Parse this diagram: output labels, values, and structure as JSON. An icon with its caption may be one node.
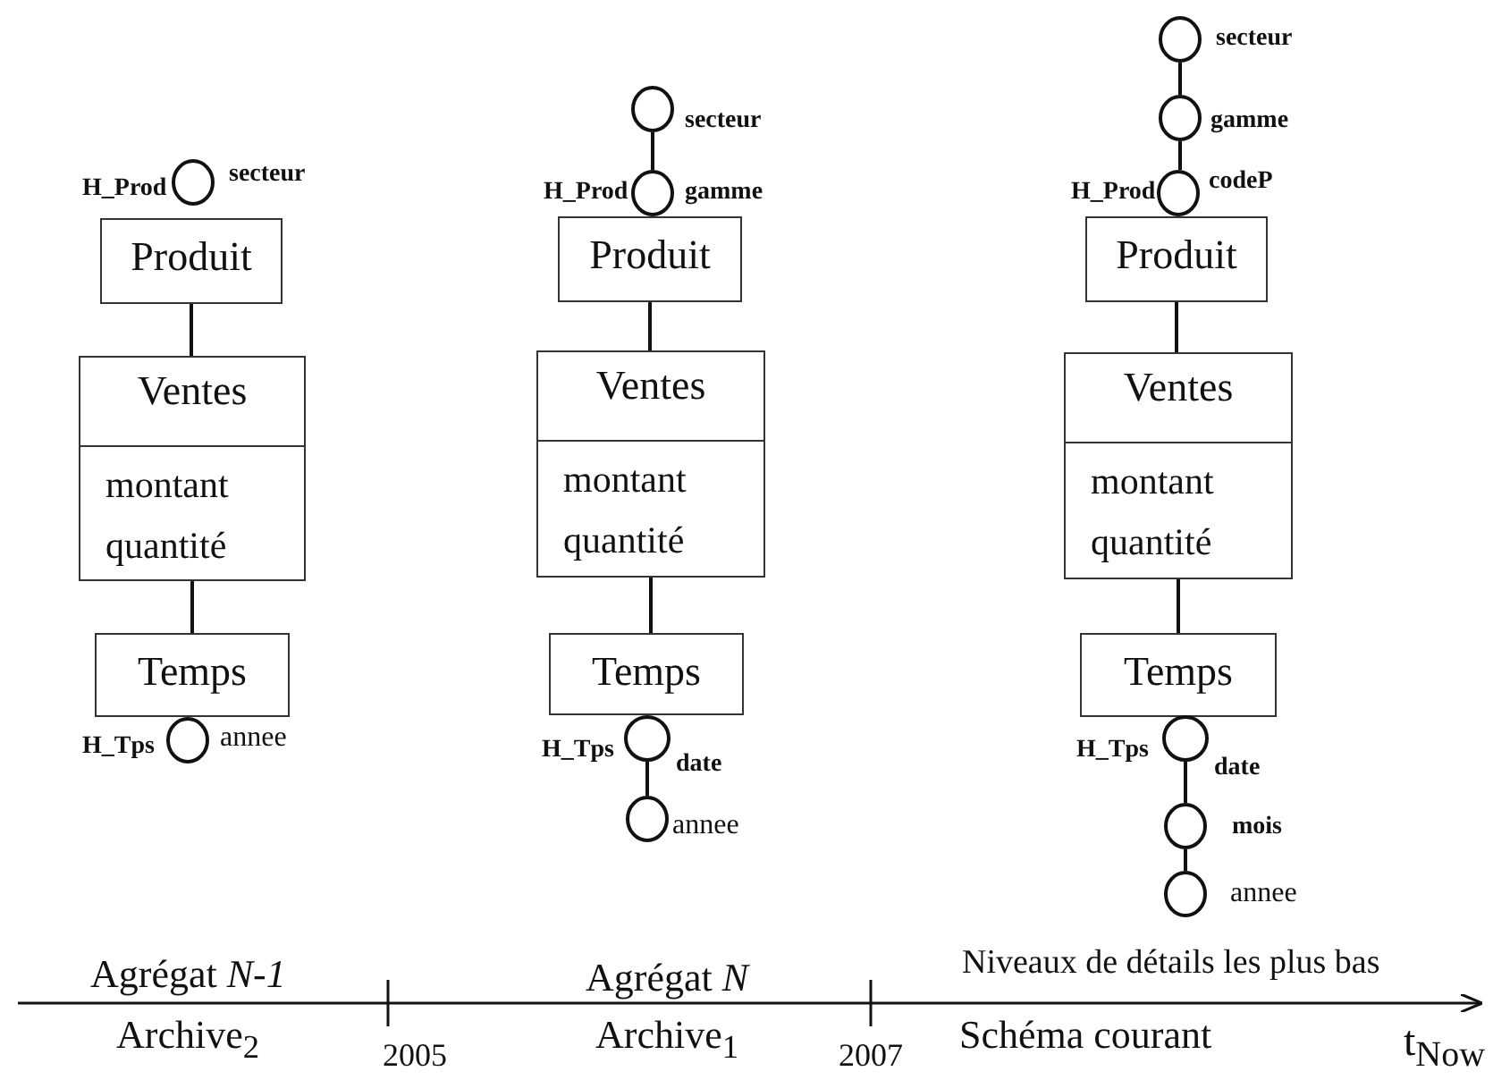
{
  "diagram": {
    "nodes": [
      {
        "text": [],
        "shape": "circle",
        "beside": [
          "H_Prod",
          "secteur"
        ]
      },
      {
        "text": [
          "Produit"
        ]
      },
      {
        "text": [
          "Ventes",
          "montant quantité"
        ]
      },
      {
        "text": [
          "Temps"
        ]
      },
      {
        "text": [],
        "shape": "circle",
        "beside": [
          "H_Tps",
          "annee"
        ]
      },
      {
        "text": [],
        "shape": "circle",
        "beside": [
          "secteur"
        ]
      },
      {
        "text": [],
        "shape": "circle",
        "beside": [
          "H_Prod",
          "gamme"
        ]
      },
      {
        "text": [
          "Produit"
        ]
      },
      {
        "text": [
          "Ventes",
          "montant quantité"
        ]
      },
      {
        "text": [
          "Temps"
        ]
      },
      {
        "text": [],
        "shape": "circle",
        "beside": [
          "H_Tps",
          "date"
        ]
      },
      {
        "text": [],
        "shape": "circle",
        "beside": [
          "annee"
        ]
      },
      {
        "text": [],
        "shape": "circle",
        "beside": [
          "secteur"
        ]
      },
      {
        "text": [],
        "shape": "circle",
        "beside": [
          "gamme"
        ]
      },
      {
        "text": [],
        "shape": "circle",
        "beside": [
          "H_Prod",
          "codeP"
        ]
      },
      {
        "text": [
          "Produit"
        ]
      },
      {
        "text": [
          "Ventes",
          "montant quantité"
        ]
      },
      {
        "text": [
          "Temps"
        ]
      },
      {
        "text": [],
        "shape": "circle",
        "beside": [
          "H_Tps",
          "date"
        ]
      },
      {
        "text": [],
        "shape": "circle",
        "beside": [
          "mois"
        ]
      },
      {
        "text": [],
        "shape": "circle",
        "beside": [
          "annee"
        ]
      }
    ],
    "edges": [
      {
        "from": 1,
        "to": 2,
        "arrow": "none"
      },
      {
        "from": 2,
        "to": 3,
        "arrow": "none"
      },
      {
        "from": 5,
        "to": 6,
        "arrow": "none"
      },
      {
        "from": 7,
        "to": 8,
        "arrow": "none"
      },
      {
        "from": 8,
        "to": 9,
        "arrow": "none"
      },
      {
        "from": 10,
        "to": 11,
        "arrow": "none"
      },
      {
        "from": 12,
        "to": 13,
        "arrow": "none"
      },
      {
        "from": 13,
        "to": 14,
        "arrow": "none"
      },
      {
        "from": 15,
        "to": 16,
        "arrow": "none"
      },
      {
        "from": 16,
        "to": 17,
        "arrow": "none"
      },
      {
        "from": 18,
        "to": 19,
        "arrow": "none"
      },
      {
        "from": 19,
        "to": 20,
        "arrow": "none"
      }
    ],
    "labels": [
      "Agrégat *N-1*",
      "Agrégat *N*",
      "Niveaux de détails les plus bas",
      "Archive$_{2}$",
      "2005",
      "Archive$_{1}$",
      "2007",
      "Schéma courant",
      "t$_{Now}$"
    ]
  }
}
